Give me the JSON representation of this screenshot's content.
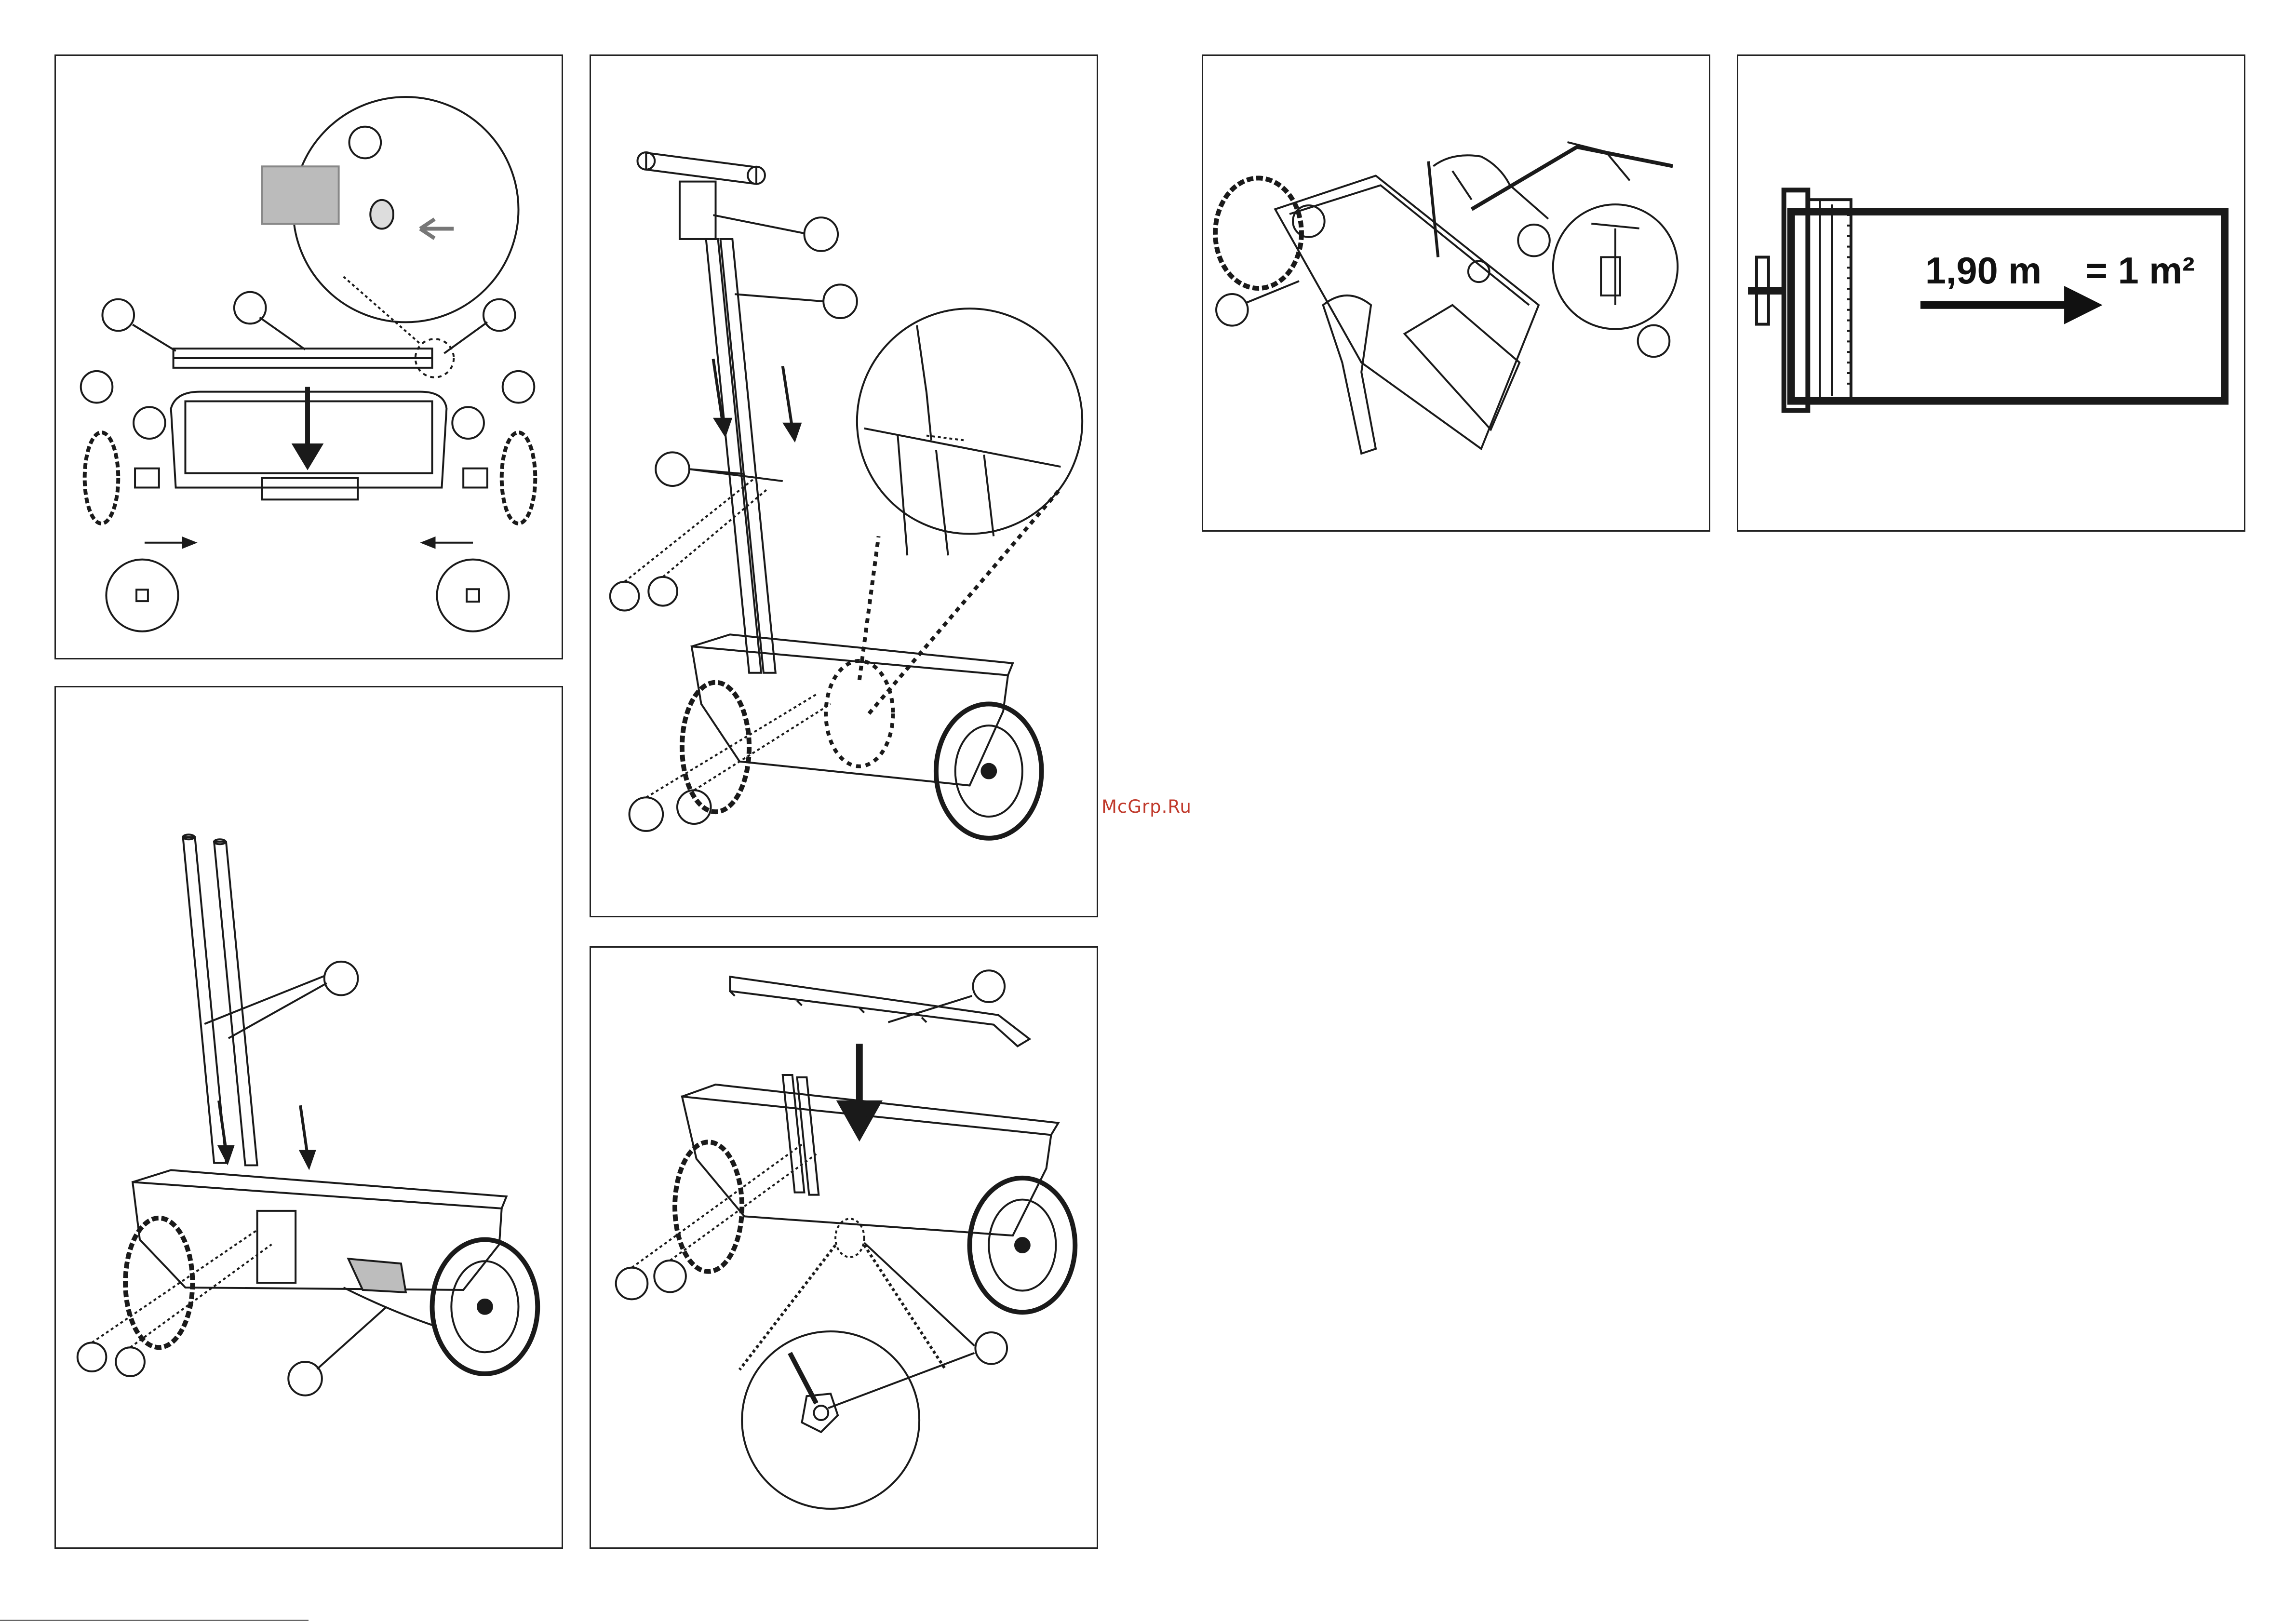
{
  "watermark": "McGrp.Ru",
  "spread_panel": {
    "distance_label": "1,90 m",
    "area_label": "= 1 m²"
  },
  "colors": {
    "line": "#1a1a1a",
    "watermark": "#c0392b",
    "gray_fill": "#bdbdbd"
  }
}
